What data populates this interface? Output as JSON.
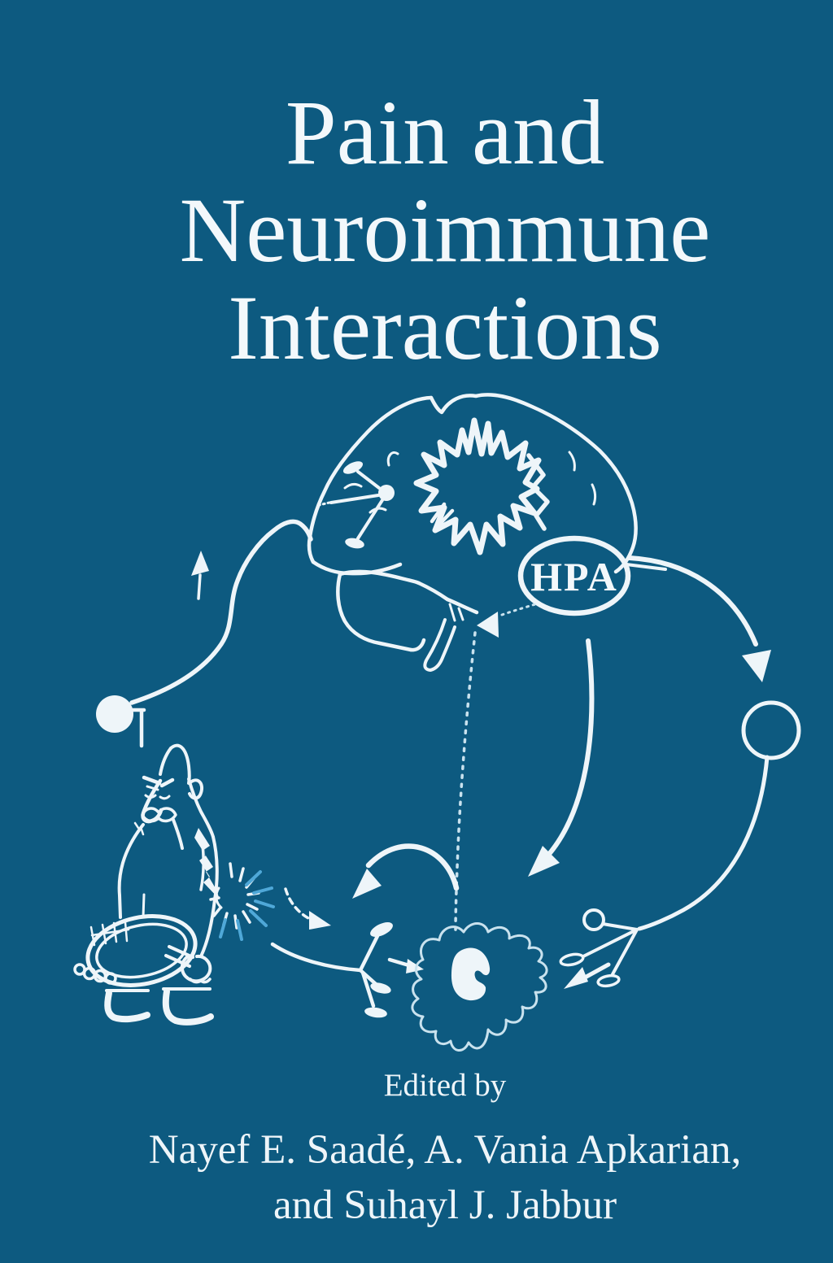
{
  "cover": {
    "background_color": "#0d5a80",
    "line_color": "#eef5f9",
    "accent_ray_color": "#4fa8d8",
    "text_color": "#f3f8fb",
    "title_lines": [
      "Pain and",
      "Neuroimmune",
      "Interactions"
    ],
    "edited_by_label": "Edited by",
    "editor_lines": [
      "Nayef E. Saadé, A. Vania Apkarian,",
      "and Suhayl J. Jabbur"
    ],
    "illustration": {
      "hpa_label": "HPA",
      "icons": [
        "brain-icon",
        "pain-starburst-icon",
        "brain-neuron-icon",
        "hpa-oval-icon",
        "curved-arrow-icons",
        "hormone-node-circle-icon",
        "immune-cell-icon",
        "nerve-terminal-icons",
        "dashed-afferent-pathway-icon",
        "angry-tennis-player-icon",
        "tennis-racket-icon",
        "pain-burst-icon",
        "lightning-bolt-icon"
      ]
    }
  }
}
